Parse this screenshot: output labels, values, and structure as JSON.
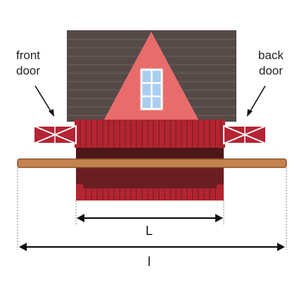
{
  "labels": {
    "front_door_line1": "front",
    "front_door_line2": "door",
    "back_door_line1": "back",
    "back_door_line2": "door",
    "inner_length": "L",
    "outer_length": "l"
  },
  "colors": {
    "roof": "#554a48",
    "roof_lines": "#6e6462",
    "gable": "#e86c6c",
    "window": "#a9cdee",
    "barn_red": "#b42432",
    "barn_dark": "#6b1e22",
    "barn_darker": "#4f1618",
    "plank": "#c4824e",
    "plank_edge": "#8a5230",
    "door_red": "#b42432",
    "arrow": "#111111"
  }
}
